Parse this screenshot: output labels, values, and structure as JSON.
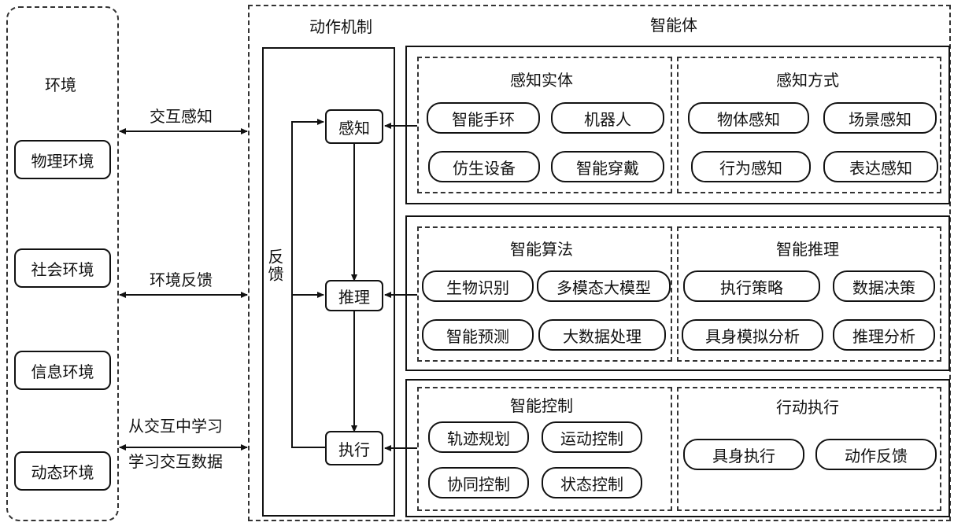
{
  "environment": {
    "title": "环境",
    "items": [
      "物理环境",
      "社会环境",
      "信息环境",
      "动态环境"
    ]
  },
  "connections": {
    "interactive_perception": "交互感知",
    "environment_feedback": "环境反馈",
    "learn_from_interaction": "从交互中学习",
    "learn_interaction_data": "学习交互数据"
  },
  "mechanism": {
    "title": "动作机制",
    "feedback_label": "反馈",
    "nodes": [
      "感知",
      "推理",
      "执行"
    ]
  },
  "agent": {
    "title": "智能体",
    "rows": [
      {
        "panels": [
          {
            "title": "感知实体",
            "items": [
              "智能手环",
              "机器人",
              "仿生设备",
              "智能穿戴"
            ]
          },
          {
            "title": "感知方式",
            "items": [
              "物体感知",
              "场景感知",
              "行为感知",
              "表达感知"
            ]
          }
        ]
      },
      {
        "panels": [
          {
            "title": "智能算法",
            "items": [
              "生物识别",
              "多模态大模型",
              "智能预测",
              "大数据处理"
            ]
          },
          {
            "title": "智能推理",
            "items": [
              "执行策略",
              "数据决策",
              "具身模拟分析",
              "推理分析"
            ]
          }
        ]
      },
      {
        "panels": [
          {
            "title": "智能控制",
            "items": [
              "轨迹规划",
              "运动控制",
              "协同控制",
              "状态控制"
            ]
          },
          {
            "title": "行动执行",
            "items": [
              "具身执行",
              "动作反馈"
            ]
          }
        ]
      }
    ]
  }
}
